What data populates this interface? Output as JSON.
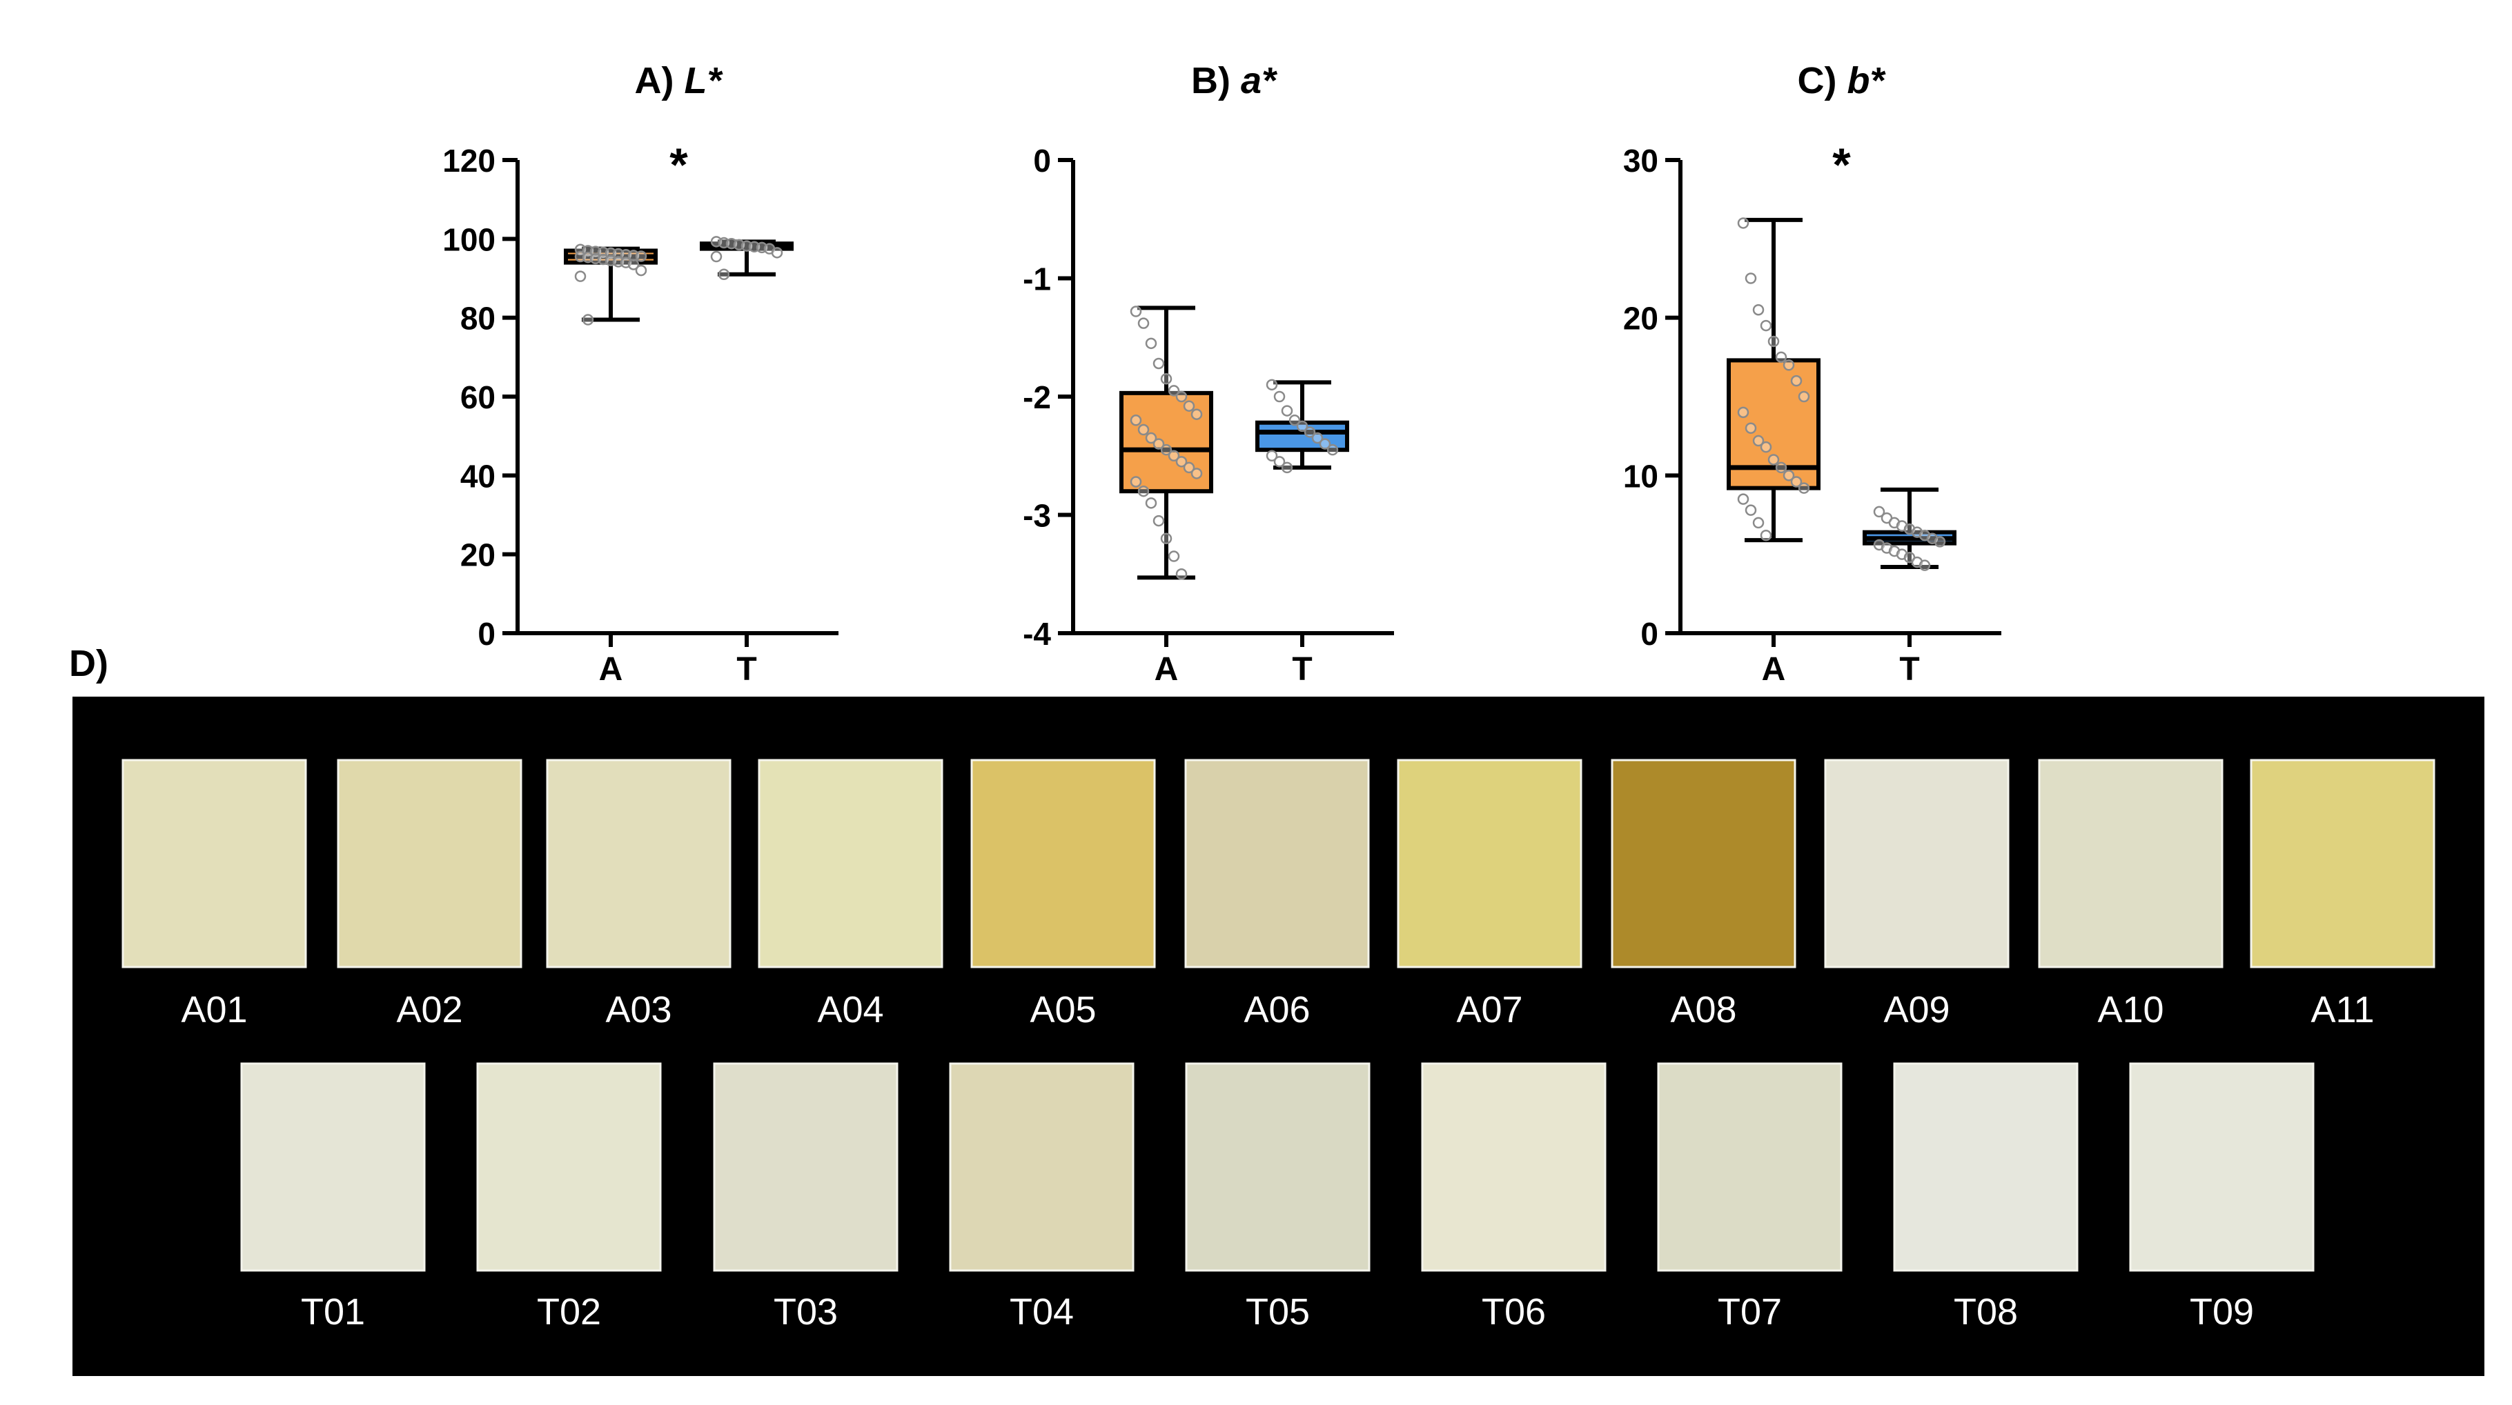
{
  "chart_data": [
    {
      "type": "box",
      "title": "A) L*",
      "panel_letter": "A)",
      "title_italic": "L*",
      "categories": [
        "A",
        "T"
      ],
      "ylim": [
        0,
        120
      ],
      "yticks": [
        "0",
        "20",
        "40",
        "60",
        "80",
        "100",
        "120"
      ],
      "significance": "*",
      "boxes": [
        {
          "group": "A",
          "min": 79.5,
          "q1": 94.0,
          "median": 95.5,
          "q3": 97.0,
          "max": 97.5,
          "color": "#f5a04a",
          "points": [
            97.3,
            97.0,
            96.8,
            96.6,
            96.4,
            96.2,
            96.0,
            95.8,
            95.6,
            95.5,
            95.3,
            95.0,
            94.8,
            94.5,
            94.2,
            94.0,
            93.5,
            92.0,
            90.5,
            79.5
          ]
        },
        {
          "group": "T",
          "min": 91.0,
          "q1": 97.5,
          "median": 98.0,
          "q3": 98.8,
          "max": 99.3,
          "color": "#4a97e6",
          "points": [
            99.3,
            99.0,
            98.8,
            98.5,
            98.2,
            98.0,
            97.8,
            97.5,
            96.5,
            95.5,
            91.0
          ]
        }
      ]
    },
    {
      "type": "box",
      "title": "B) a*",
      "panel_letter": "B)",
      "title_italic": "a*",
      "categories": [
        "A",
        "T"
      ],
      "ylim": [
        -4,
        0
      ],
      "yticks": [
        "-4",
        "-3",
        "-2",
        "-1",
        "0"
      ],
      "boxes": [
        {
          "group": "A",
          "min": -3.53,
          "q1": -2.8,
          "median": -2.45,
          "q3": -1.97,
          "max": -1.25,
          "color": "#f5a04a",
          "points": [
            -1.28,
            -1.38,
            -1.55,
            -1.72,
            -1.85,
            -1.95,
            -2.0,
            -2.08,
            -2.15,
            -2.2,
            -2.28,
            -2.35,
            -2.4,
            -2.45,
            -2.5,
            -2.55,
            -2.6,
            -2.65,
            -2.72,
            -2.8,
            -2.9,
            -3.05,
            -3.2,
            -3.35,
            -3.5
          ]
        },
        {
          "group": "T",
          "min": -2.6,
          "q1": -2.45,
          "median": -2.3,
          "q3": -2.22,
          "max": -1.88,
          "color": "#4a97e6",
          "points": [
            -1.9,
            -2.0,
            -2.12,
            -2.2,
            -2.25,
            -2.3,
            -2.35,
            -2.4,
            -2.45,
            -2.5,
            -2.55,
            -2.6
          ]
        }
      ]
    },
    {
      "type": "box",
      "title": "C) b*",
      "panel_letter": "C)",
      "title_italic": "b*",
      "categories": [
        "A",
        "T"
      ],
      "ylim": [
        0,
        30
      ],
      "yticks": [
        "0",
        "10",
        "20",
        "30"
      ],
      "significance": "*",
      "boxes": [
        {
          "group": "A",
          "min": 5.9,
          "q1": 9.2,
          "median": 10.5,
          "q3": 17.3,
          "max": 26.2,
          "color": "#f5a04a",
          "points": [
            26.0,
            22.5,
            20.5,
            19.5,
            18.5,
            17.5,
            17.0,
            16.0,
            15.0,
            14.0,
            13.0,
            12.2,
            11.8,
            11.0,
            10.5,
            10.0,
            9.6,
            9.2,
            8.5,
            7.8,
            7.0,
            6.2
          ]
        },
        {
          "group": "T",
          "min": 4.2,
          "q1": 5.7,
          "median": 6.0,
          "q3": 6.4,
          "max": 9.1,
          "color": "#4a97e6",
          "points": [
            7.7,
            7.3,
            7.0,
            6.8,
            6.6,
            6.4,
            6.2,
            6.0,
            5.8,
            5.6,
            5.4,
            5.2,
            5.0,
            4.8,
            4.5,
            4.3
          ]
        }
      ]
    }
  ],
  "swatches": {
    "panel_label": "D)",
    "row1": [
      {
        "label": "A01",
        "color": "#e3dfba"
      },
      {
        "label": "A02",
        "color": "#e0d9ab"
      },
      {
        "label": "A03",
        "color": "#e2debb"
      },
      {
        "label": "A04",
        "color": "#e4e2b6"
      },
      {
        "label": "A05",
        "color": "#dbc267"
      },
      {
        "label": "A06",
        "color": "#d9d1ab"
      },
      {
        "label": "A07",
        "color": "#ded27c"
      },
      {
        "label": "A08",
        "color": "#ad8a2a"
      },
      {
        "label": "A09",
        "color": "#e4e3d4"
      },
      {
        "label": "A10",
        "color": "#dfdec6"
      },
      {
        "label": "A11",
        "color": "#dfd27e"
      }
    ],
    "row2": [
      {
        "label": "T01",
        "color": "#e5e5d6"
      },
      {
        "label": "T02",
        "color": "#e5e5cf"
      },
      {
        "label": "T03",
        "color": "#dfdecb"
      },
      {
        "label": "T04",
        "color": "#ddd7b4"
      },
      {
        "label": "T05",
        "color": "#d9d9c3"
      },
      {
        "label": "T06",
        "color": "#e8e6d0"
      },
      {
        "label": "T07",
        "color": "#dcdcc6"
      },
      {
        "label": "T08",
        "color": "#e6e7dd"
      },
      {
        "label": "T09",
        "color": "#e6e7da"
      }
    ]
  }
}
